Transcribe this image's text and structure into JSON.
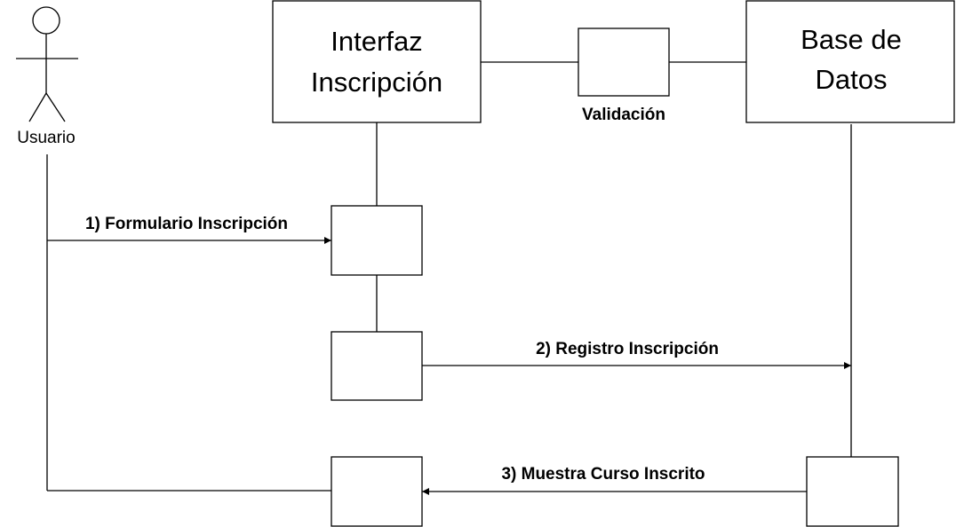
{
  "actor": {
    "name": "Usuario",
    "icon": "stick-figure-icon"
  },
  "objects": {
    "interfaz": {
      "line1": "Interfaz",
      "line2": "Inscripción"
    },
    "validacion": {
      "label": "Validación"
    },
    "base_datos": {
      "line1": "Base de",
      "line2": "Datos"
    }
  },
  "messages": [
    {
      "label": "1) Formulario Inscripción"
    },
    {
      "label": "2) Registro Inscripción"
    },
    {
      "label": "3) Muestra Curso Inscrito"
    }
  ],
  "colors": {
    "stroke": "#000000",
    "background": "#ffffff"
  }
}
